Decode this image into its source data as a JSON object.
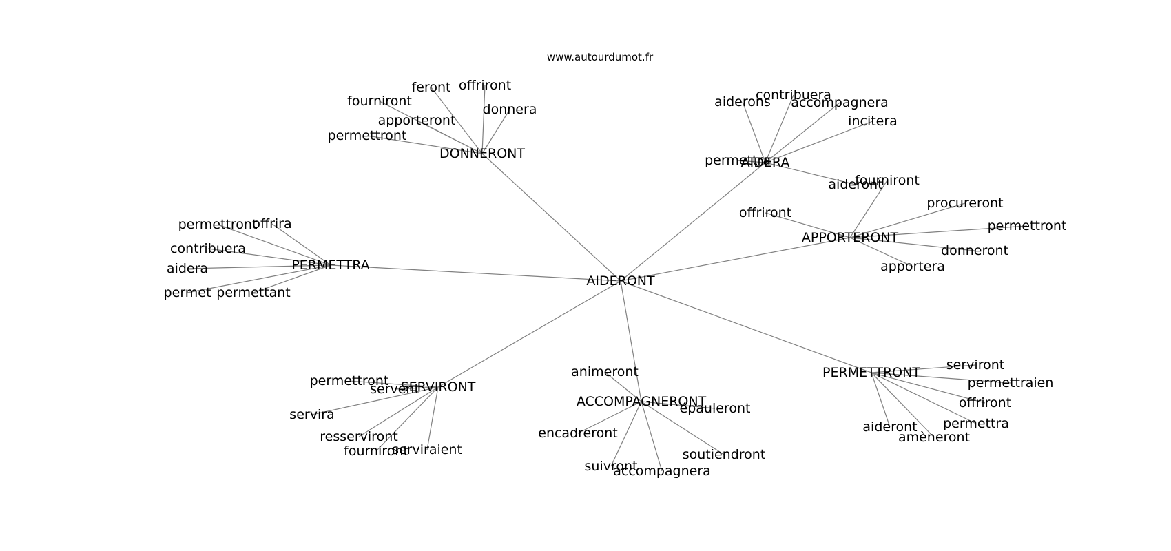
{
  "credit": "www.autourdumot.fr",
  "colors": {
    "edge": "#808080",
    "text": "#000000",
    "background": "#ffffff"
  },
  "graph": {
    "center": "AIDERONT",
    "clusters": [
      {
        "hub": "DONNERONT",
        "leaves": [
          "feront",
          "offriront",
          "fourniront",
          "apporteront",
          "donnera",
          "permettront"
        ]
      },
      {
        "hub": "AIDERA",
        "leaves": [
          "aiderons",
          "contribuera",
          "accompagnera",
          "incitera",
          "permettra",
          "aideront"
        ]
      },
      {
        "hub": "PERMETTRA",
        "leaves": [
          "permettront",
          "offrira",
          "contribuera",
          "aidera",
          "permet",
          "permettant"
        ]
      },
      {
        "hub": "APPORTERONT",
        "leaves": [
          "fourniront",
          "offriront",
          "procureront",
          "permettront",
          "donneront",
          "apportera"
        ]
      },
      {
        "hub": "SERVIRONT",
        "leaves": [
          "permettront",
          "servent",
          "servira",
          "resserviront",
          "fourniront",
          "serviraient"
        ]
      },
      {
        "hub": "ACCOMPAGNERONT",
        "leaves": [
          "animeront",
          "épauleront",
          "encadreront",
          "soutiendront",
          "suivront",
          "accompagnera"
        ]
      },
      {
        "hub": "PERMETTRONT",
        "leaves": [
          "serviront",
          "permettraien",
          "offriront",
          "permettra",
          "aideront",
          "amèneront"
        ]
      }
    ]
  }
}
